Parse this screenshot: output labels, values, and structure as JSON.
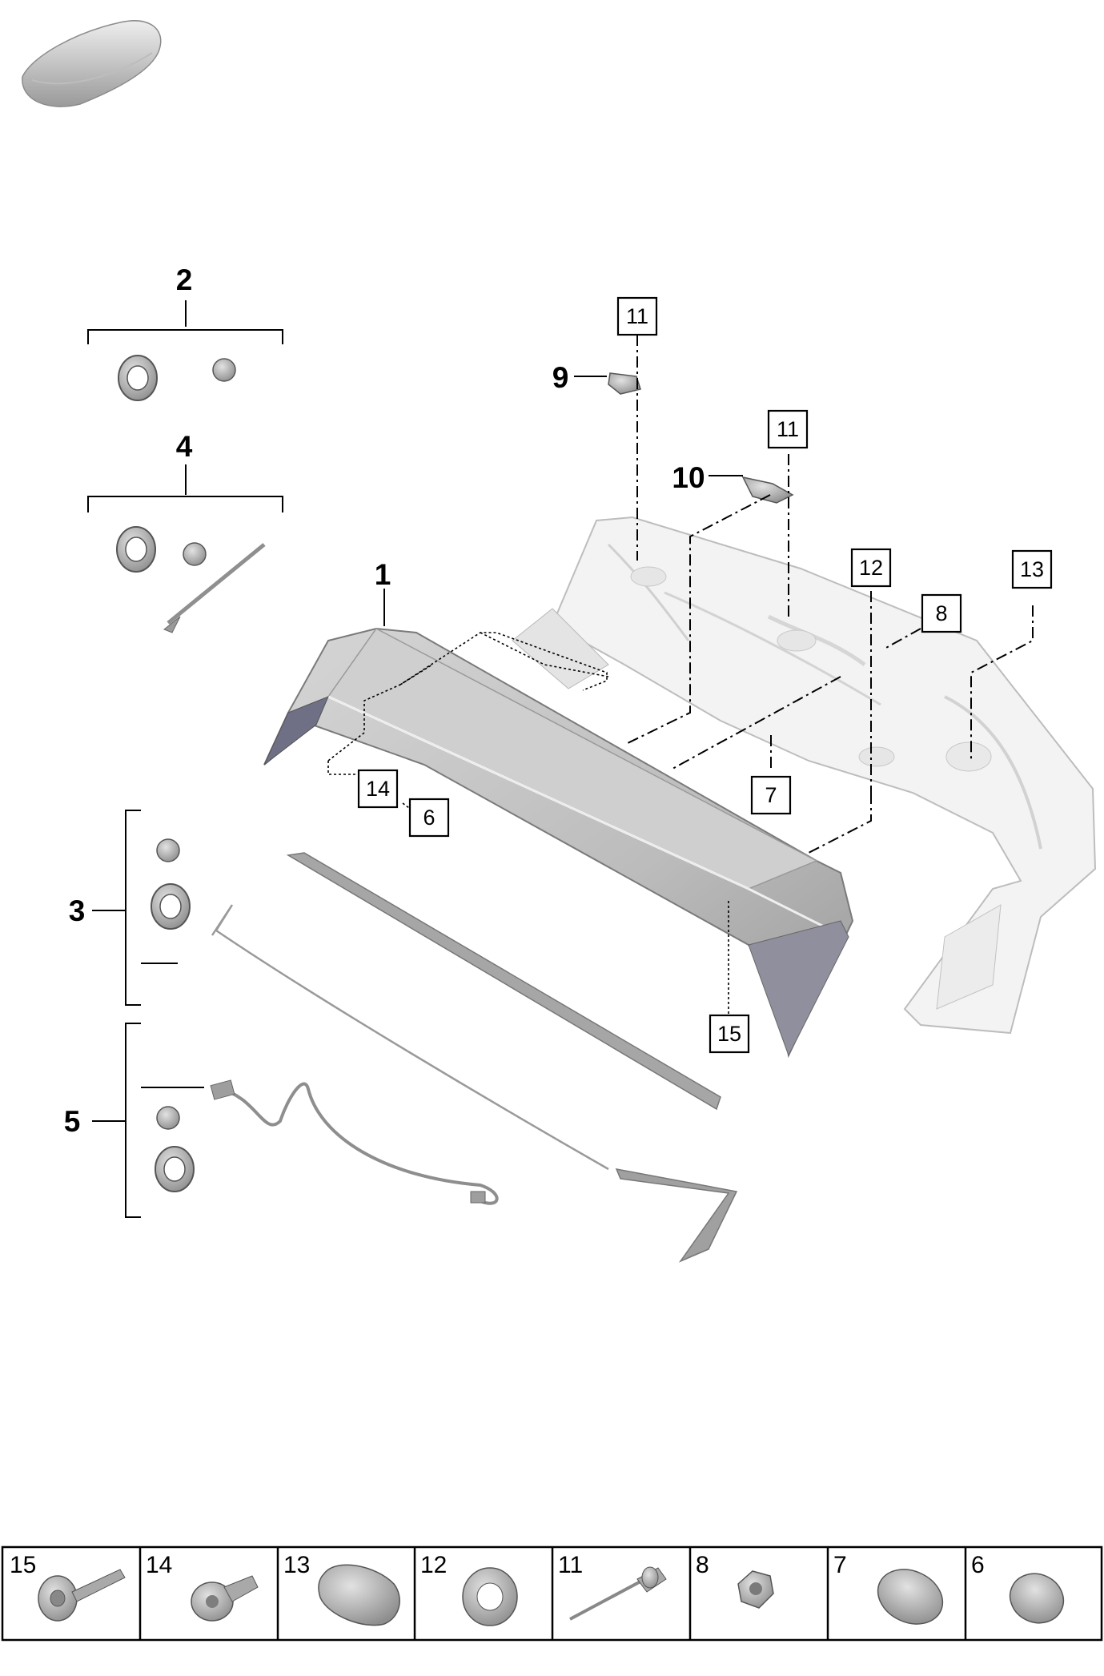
{
  "callouts": {
    "c1": "1",
    "c2": "2",
    "c3": "3",
    "c4": "4",
    "c5": "5",
    "c9": "9",
    "c10": "10"
  },
  "boxed_callouts": {
    "b11a": "11",
    "b11b": "11",
    "b12": "12",
    "b13": "13",
    "b8": "8",
    "b7": "7",
    "b14": "14",
    "b6": "6",
    "b15": "15"
  },
  "legend": [
    {
      "number": "15",
      "part": "flanged-screw"
    },
    {
      "number": "14",
      "part": "screw"
    },
    {
      "number": "13",
      "part": "oval-plug"
    },
    {
      "number": "12",
      "part": "grommet"
    },
    {
      "number": "11",
      "part": "blind-rivet"
    },
    {
      "number": "8",
      "part": "hex-nut"
    },
    {
      "number": "7",
      "part": "oval-cap"
    },
    {
      "number": "6",
      "part": "round-cap"
    }
  ],
  "colors": {
    "spoiler_fill": "#c8c8c8",
    "body_panel": "#f2f2f2",
    "part_gray": "#a9a9a9",
    "line": "#000000"
  }
}
